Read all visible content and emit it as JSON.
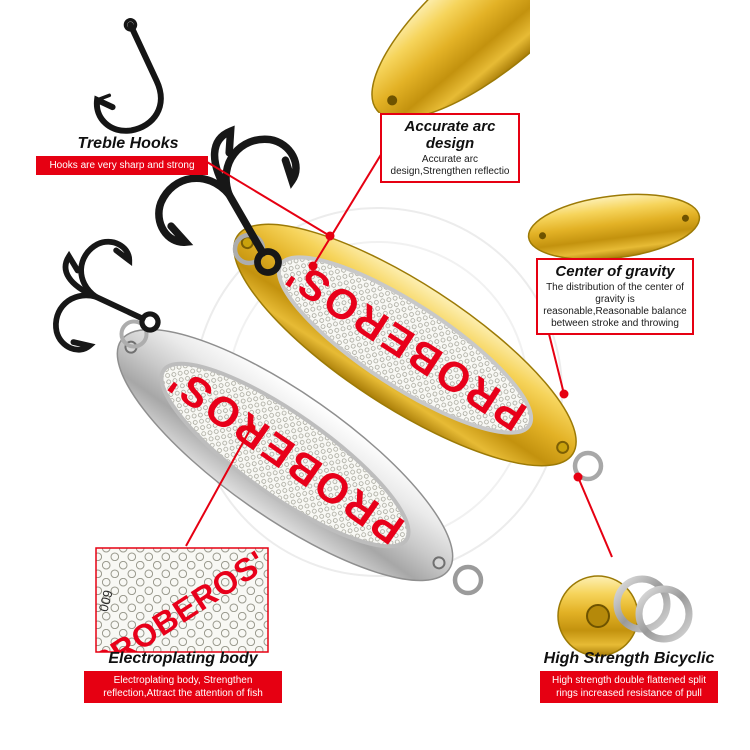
{
  "product": {
    "brand": "PROBEROS'",
    "weight_mark": "009"
  },
  "callouts": {
    "treble_hooks": {
      "title": "Treble Hooks",
      "desc": "Hooks are very sharp and strong"
    },
    "arc_design": {
      "title": "Accurate arc design",
      "desc": "Accurate arc design,Strengthen reflectio"
    },
    "center_of_gravity": {
      "title": "Center of gravity",
      "desc": "The distribution of the center of gravity is reasonable,Reasonable balance between stroke and throwing"
    },
    "electroplating_body": {
      "title": "Electroplating body",
      "desc": "Electroplating body, Strengthen reflection,Attract the attention of fish"
    },
    "high_strength_bicyclic": {
      "title": "High Strength Bicyclic",
      "desc": "High strength double flattened split rings increased resistance of pull"
    }
  },
  "colors": {
    "accent_red": "#e60012",
    "lure_text_red": "#e8001a",
    "gold": "#d9a513",
    "silver": "#c0c0c0"
  }
}
